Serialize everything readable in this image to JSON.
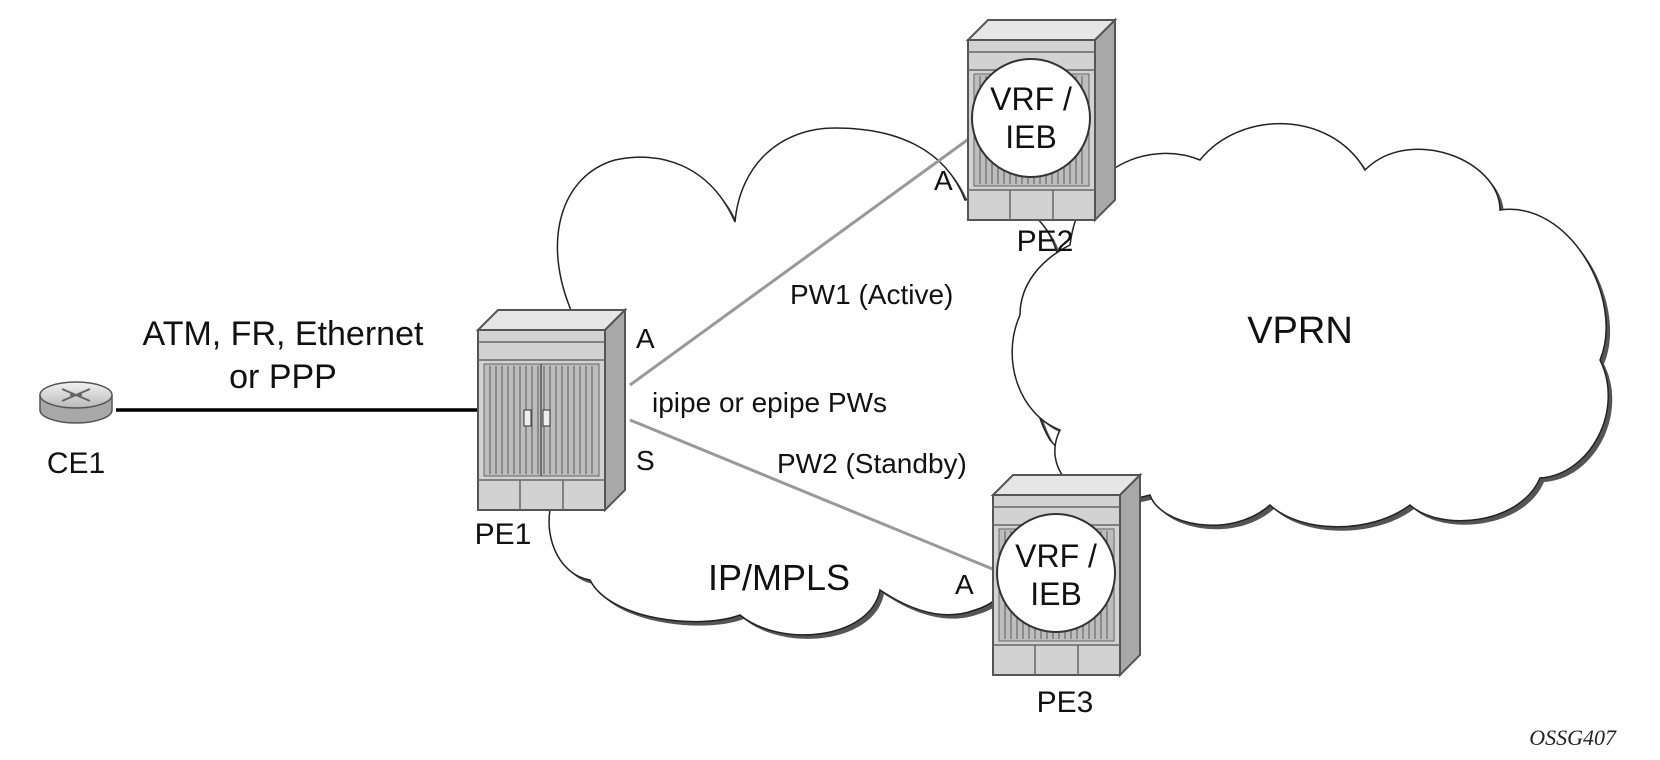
{
  "diagram": {
    "clouds": {
      "ip_mpls": "IP/MPLS",
      "vprn": "VPRN"
    },
    "nodes": {
      "ce1": "CE1",
      "pe1": "PE1",
      "pe2": "PE2",
      "pe3": "PE3"
    },
    "service": {
      "pe2_line1": "VRF /",
      "pe2_line2": "IEB",
      "pe3_line1": "VRF /",
      "pe3_line2": "IEB"
    },
    "access_link": {
      "line1": "ATM, FR, Ethernet",
      "line2": "or PPP"
    },
    "pseudowires": {
      "pw1": "PW1 (Active)",
      "pw2": "PW2 (Standby)",
      "type": "ipipe or epipe PWs"
    },
    "endpoint_states": {
      "pe1_pw1": "A",
      "pe1_pw2": "S",
      "pe2": "A",
      "pe3": "A"
    },
    "figure_id": "OSSG407",
    "colors": {
      "router_face": "#d2d2d2",
      "router_top": "#e6e6e6",
      "router_side": "#a8a8a8",
      "pw_line": "#999999",
      "access_line": "#000000"
    }
  }
}
